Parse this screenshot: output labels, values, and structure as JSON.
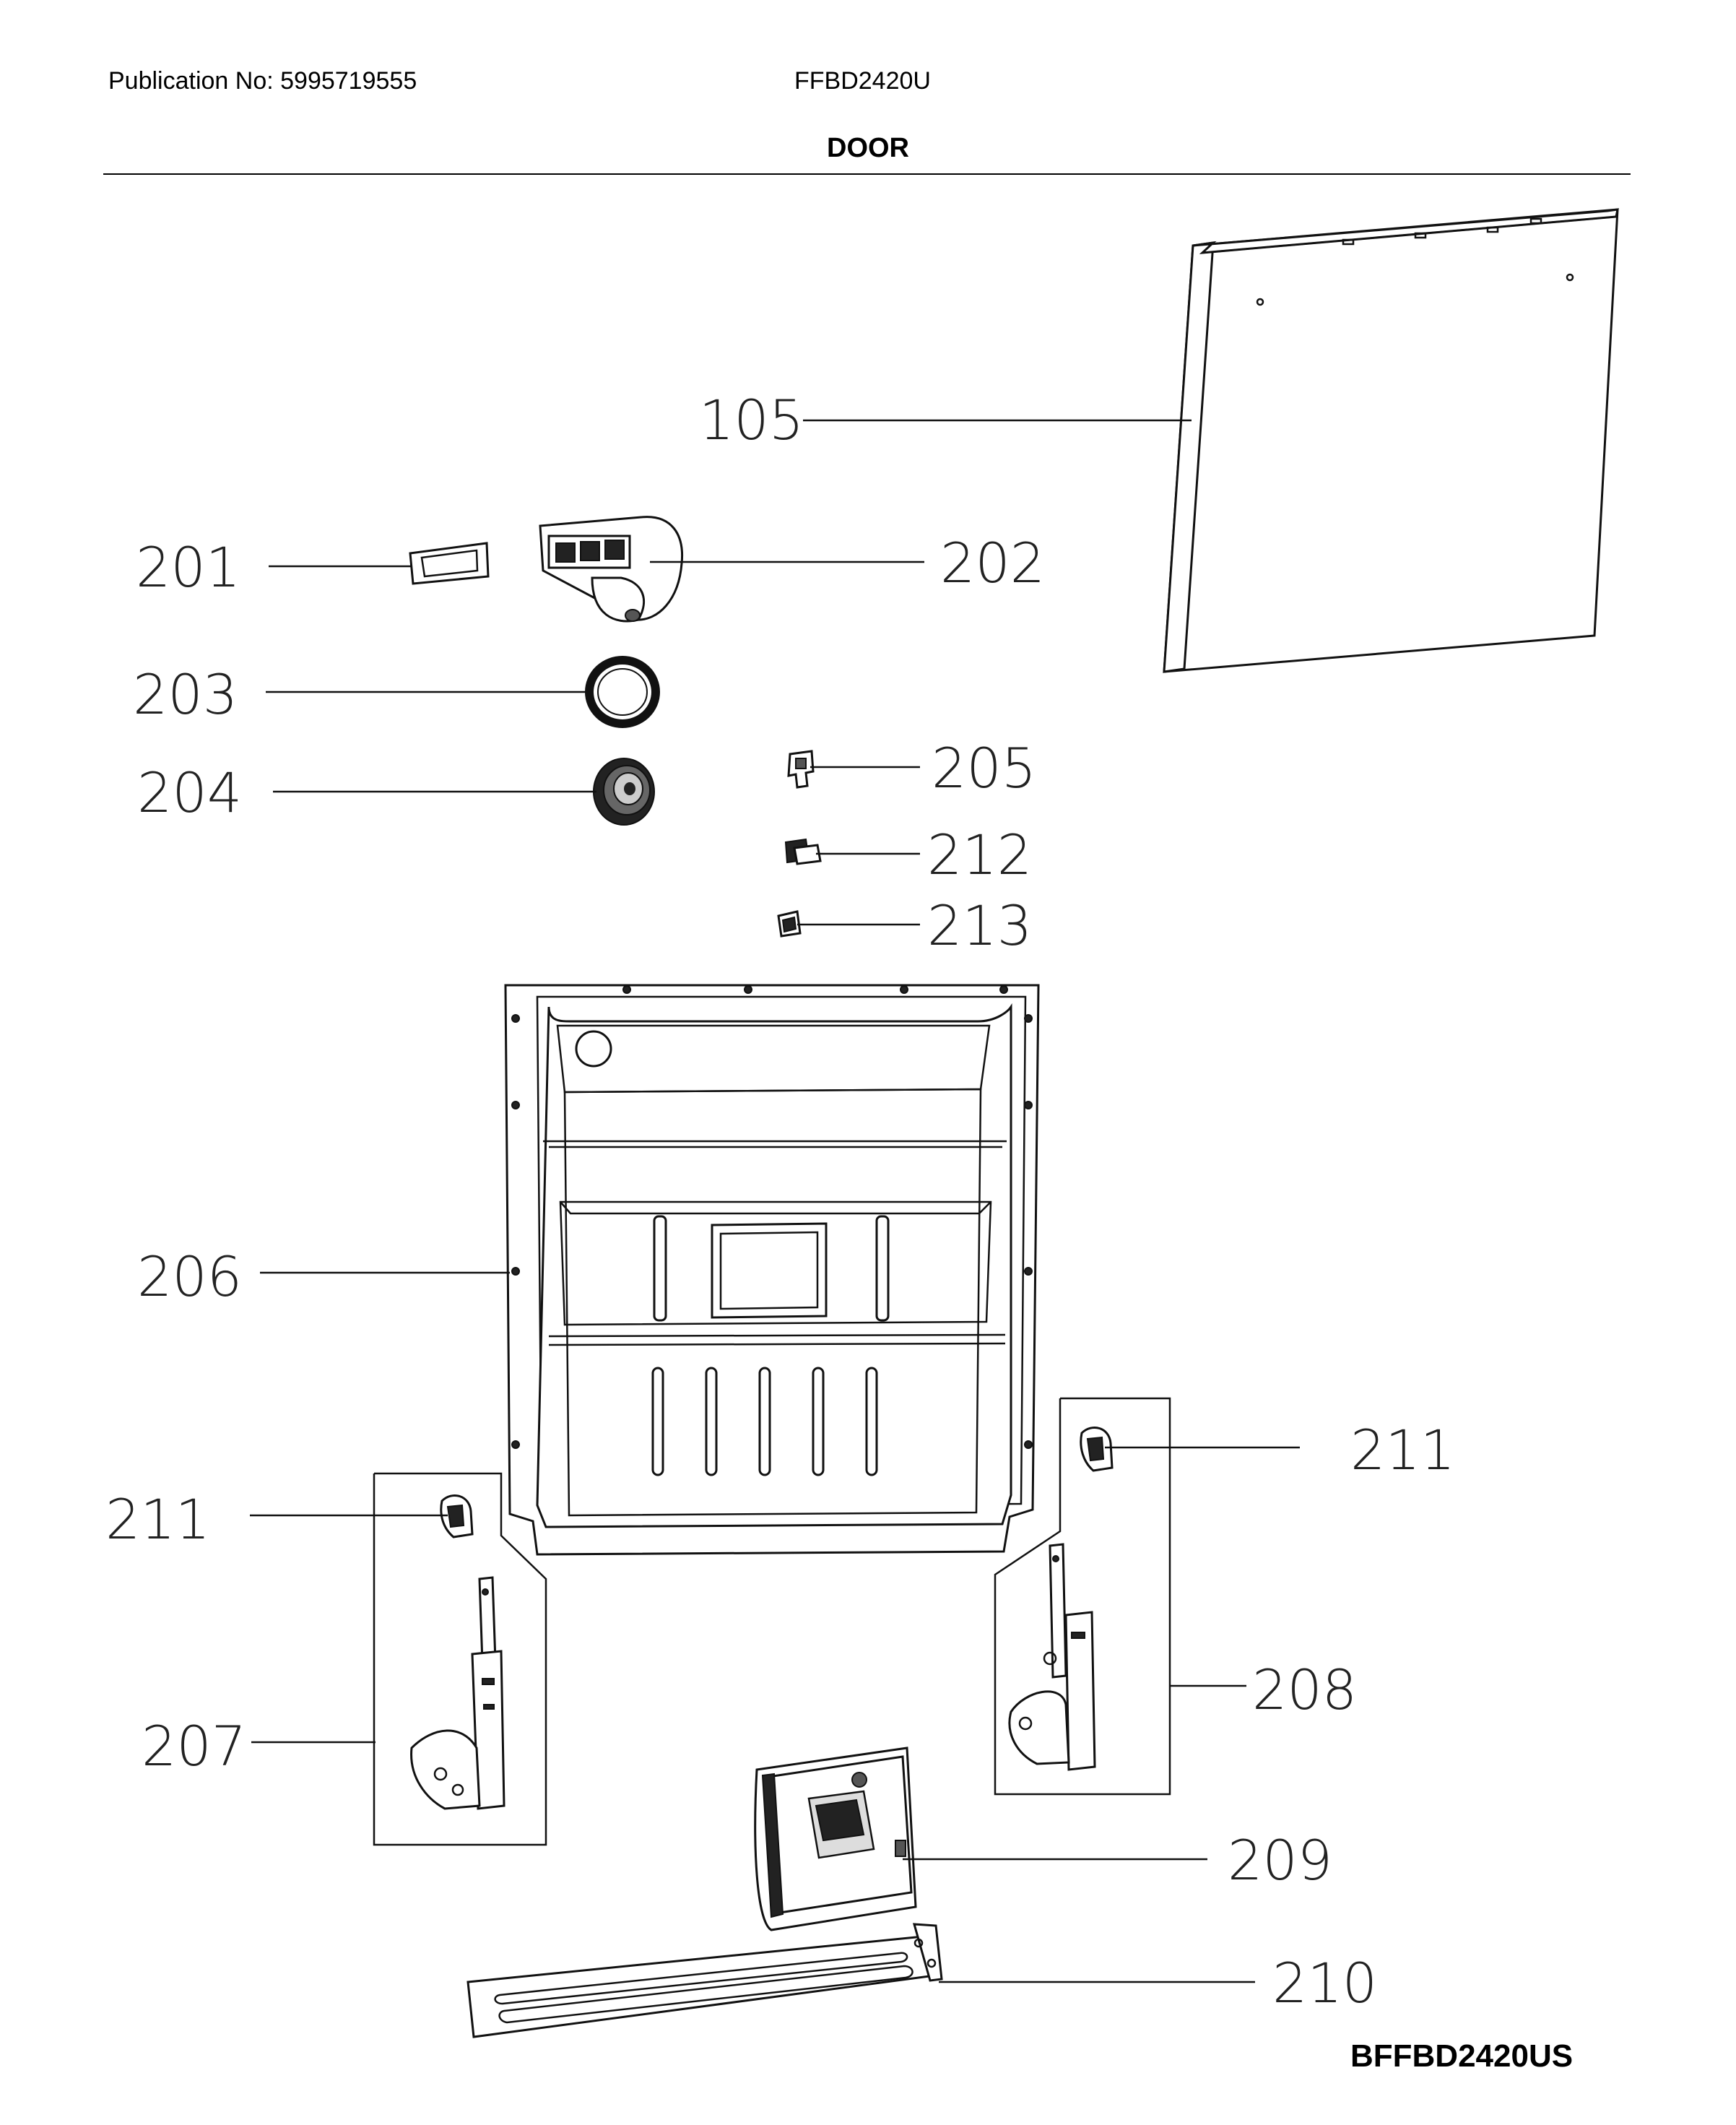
{
  "header": {
    "publication": "Publication No: 5995719555",
    "model": "FFBD2420U",
    "section_title": "DOOR"
  },
  "footer": {
    "code": "BFFBD2420US"
  },
  "callouts": {
    "c105": "105",
    "c201": "201",
    "c202": "202",
    "c203": "203",
    "c204": "204",
    "c205": "205",
    "c212": "212",
    "c213": "213",
    "c206": "206",
    "c211_right": "211",
    "c211_left": "211",
    "c207": "207",
    "c208": "208",
    "c209": "209",
    "c210": "210"
  },
  "parts": {
    "outer_door_panel": "outer-door-panel-icon",
    "dispenser_gasket": "gasket-icon",
    "vent_housing": "vent-housing-icon",
    "seal_ring": "seal-ring-icon",
    "rinse_cap": "rinse-aid-cap-icon",
    "clip": "clip-icon",
    "retainer": "retainer-icon",
    "bracket": "bracket-icon",
    "inner_door": "inner-door-icon",
    "hinge_left": "hinge-left-icon",
    "hinge_right": "hinge-right-icon",
    "dispenser": "detergent-dispenser-icon",
    "bottom_trim": "bottom-trim-icon"
  }
}
